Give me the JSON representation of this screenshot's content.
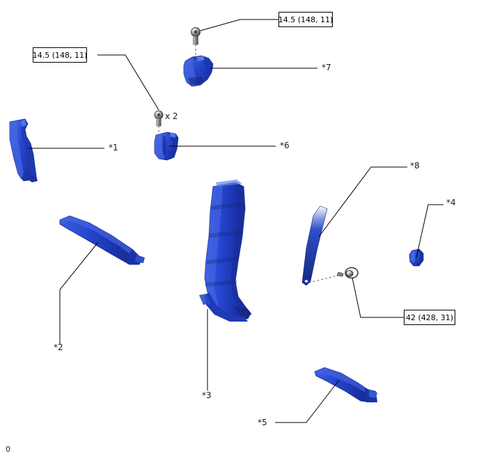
{
  "diagram": {
    "corner_label": "0",
    "part_color": "#2040c8",
    "line_color": "#000000",
    "callouts": [
      {
        "id": "callout-top-right",
        "text": "14.5 (148, 11)"
      },
      {
        "id": "callout-top-left",
        "text": "14.5 (148, 11)"
      },
      {
        "id": "callout-bottom-right",
        "text": "42 (428, 31)"
      }
    ],
    "quantity_labels": [
      {
        "id": "qty-center-bolt",
        "text": "x 2"
      }
    ],
    "part_markers": [
      {
        "id": "marker-1",
        "text": "*1"
      },
      {
        "id": "marker-2",
        "text": "*2"
      },
      {
        "id": "marker-3",
        "text": "*3"
      },
      {
        "id": "marker-4",
        "text": "*4"
      },
      {
        "id": "marker-5",
        "text": "*5"
      },
      {
        "id": "marker-6",
        "text": "*6"
      },
      {
        "id": "marker-7",
        "text": "*7"
      },
      {
        "id": "marker-8",
        "text": "*8"
      }
    ]
  }
}
